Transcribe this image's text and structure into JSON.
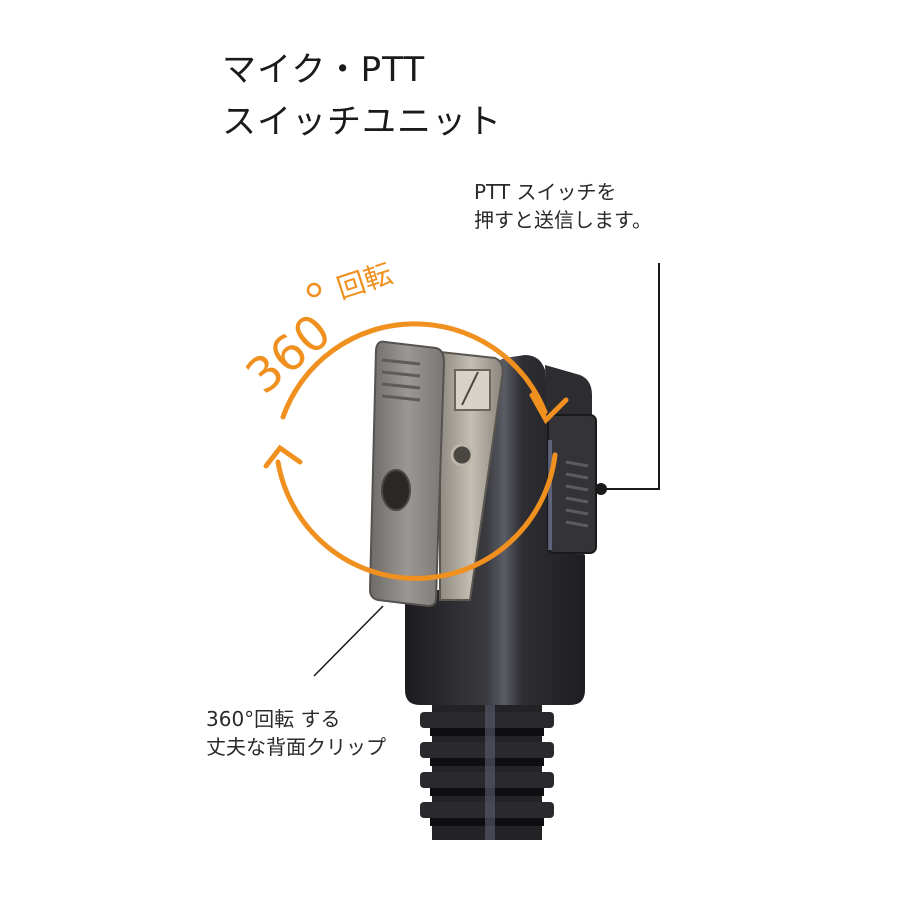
{
  "title": {
    "line1": "マイク・PTT",
    "line2": "スイッチユニット"
  },
  "annotations": {
    "ptt_switch": {
      "line1": "PTT スイッチを",
      "line2": "押すと送信します。"
    },
    "clip": {
      "line1": "360°回転 する",
      "line2": "丈夫な背面クリップ"
    },
    "rotation": {
      "label": "360° 回転",
      "color": "#f0901e"
    }
  },
  "colors": {
    "accent_orange": "#f0901e",
    "leader_line": "#1a1a1a",
    "device_body": "#2b2b2e",
    "clip_metal": "#8a8784"
  }
}
